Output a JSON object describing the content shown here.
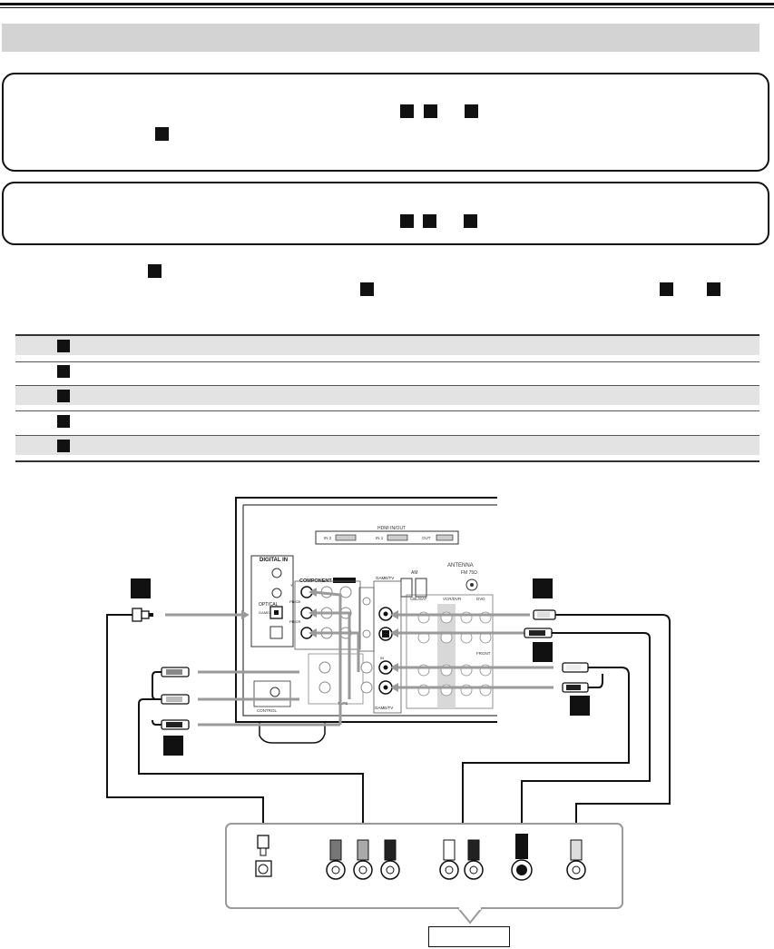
{
  "page": {
    "section_header": "",
    "note_boxes": [
      {
        "text_lines": [
          "",
          ""
        ]
      },
      {
        "text_lines": [
          ""
        ]
      }
    ],
    "intro_lines": [
      "",
      ""
    ]
  },
  "connection_table": {
    "rows": [
      {
        "shaded": true,
        "text": ""
      },
      {
        "shaded": false,
        "text": ""
      },
      {
        "shaded": true,
        "text": ""
      },
      {
        "shaded": false,
        "text": ""
      },
      {
        "shaded": true,
        "text": ""
      }
    ]
  },
  "diagram": {
    "receiver_panel": {
      "hdmi_label": "HDMI IN/OUT",
      "hdmi_inputs": [
        "IN 2",
        "IN 1",
        "OUT"
      ],
      "antenna_label": "ANTENNA",
      "am_label": "AM",
      "fm_label": "FM 75Ω",
      "digital_in_label": "DIGITAL IN",
      "optical_label": "OPTICAL",
      "optical_port_label": "GAME/TV",
      "component_video_label": "COMPONENT VIDEO",
      "component_ports": [
        "Y",
        "PB/CB",
        "PR/CR"
      ],
      "game_tv_label": "GAME/TV",
      "game_tv_label_2": "GAME/TV",
      "in_label": "IN",
      "cbl_sat_label": "CBL/SAT",
      "vcr_dvr_label": "VCR/DVR",
      "dvd_label": "DVD",
      "front_label": "FRONT",
      "tape_label": "TAPE",
      "control_label": "CONTROL"
    },
    "device_label": ""
  },
  "colors": {
    "ink": "#111111",
    "cable_gray": "#9a9a9a",
    "band_gray": "#d3d3d3",
    "row_gray": "#e3e3e3"
  }
}
